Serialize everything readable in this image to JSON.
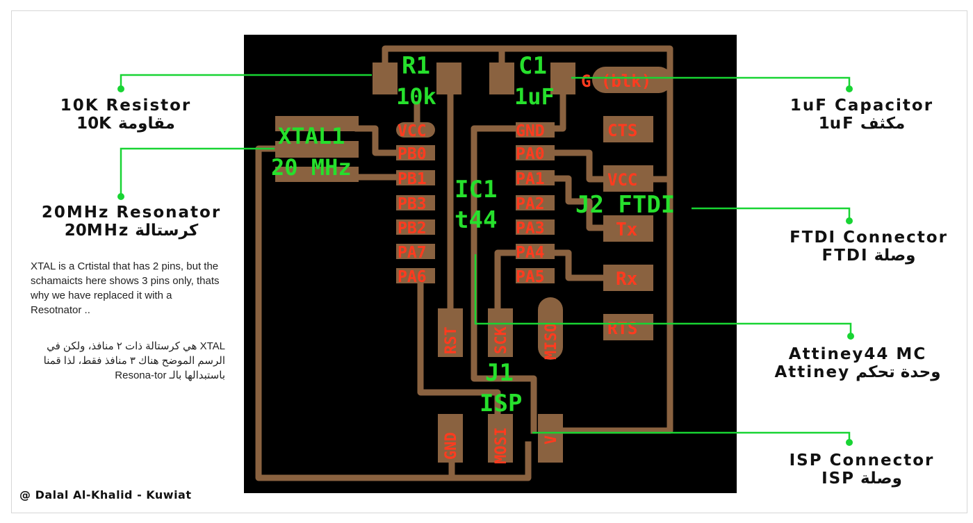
{
  "colors": {
    "board": "#000000",
    "trace": "#8a6240",
    "silk_green": "#26e02c",
    "pin_red": "#ff3b1f",
    "callout": "#18d433"
  },
  "board": {
    "r1_ref": "R1",
    "r1_val": "10k",
    "c1_ref": "C1",
    "c1_val": "1uF",
    "xtal_ref": "XTAL1",
    "xtal_val": "20 MHz",
    "ic_ref": "IC1",
    "ic_val": "t44",
    "j1_ref": "J1",
    "j1_val": "ISP",
    "j2_label": "J2 FTDI",
    "ic_left_pins": [
      "VCC",
      "PB0",
      "PB1",
      "PB3",
      "PB2",
      "PA7",
      "PA6"
    ],
    "ic_right_pins": [
      "GND",
      "PA0",
      "PA1",
      "PA2",
      "PA3",
      "PA4",
      "PA5"
    ],
    "ftdi_pins": [
      "G (blk)",
      "CTS",
      "VCC",
      "Tx",
      "Rx",
      "RTS"
    ],
    "isp_pins": [
      "RST",
      "SCK",
      "MISO",
      "GND",
      "MOSI",
      "V"
    ]
  },
  "labels": {
    "resistor_en": "10K Resistor",
    "resistor_ar": "مقاومة 10K",
    "resonator_en": "20MHz Resonator",
    "resonator_ar": "كرستالة 20MHz",
    "capacitor_en": "1uF Capacitor",
    "capacitor_ar": "مكثف 1uF",
    "ftdi_en": "FTDI Connector",
    "ftdi_ar": "وصلة FTDI",
    "mc_en": "Attiney44 MC",
    "mc_ar": "وحدة تحكم Attiney",
    "isp_en": "ISP Connector",
    "isp_ar": "وصلة ISP"
  },
  "notes": {
    "english": "XTAL is a Crtistal that has 2 pins, but the schamaicts here shows 3 pins only, thats why we have replaced it with a Resotnator ..",
    "arabic": "XTAL هي كرستالة ذات ٢ منافذ، ولكن في الرسم الموضح هناك ٣ منافذ فقط، لذا قمنا باستبدالها بالـ Resona-tor"
  },
  "credit": "@ Dalal Al-Khalid - Kuwiat"
}
